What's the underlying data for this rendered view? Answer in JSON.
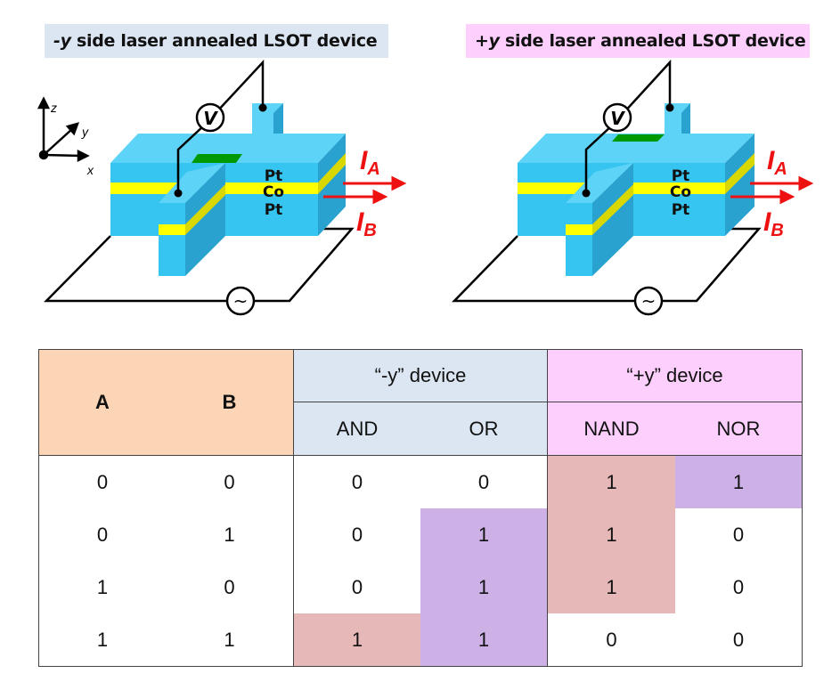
{
  "diagrams": {
    "left": {
      "title_prefix": "-y",
      "title_rest": " side laser annealed LSOT device",
      "title_bg": "#dce6f2",
      "layers": [
        "Pt",
        "Co",
        "Pt"
      ],
      "voltmeter": "V",
      "ac_source": "~",
      "current_a": "I",
      "current_a_sub": "A",
      "current_b": "I",
      "current_b_sub": "B",
      "axes": {
        "z": "z",
        "y": "y",
        "x": "x"
      },
      "laser_spot_side": "-y"
    },
    "right": {
      "title_prefix": "+y",
      "title_rest": " side laser annealed LSOT device",
      "title_bg": "#fccffc",
      "layers": [
        "Pt",
        "Co",
        "Pt"
      ],
      "voltmeter": "V",
      "ac_source": "~",
      "current_a": "I",
      "current_a_sub": "A",
      "current_b": "I",
      "current_b_sub": "B",
      "laser_spot_side": "+y"
    }
  },
  "colors": {
    "device_top": "#5dd3f7",
    "device_front": "#36c5f0",
    "device_side": "#2aa2d0",
    "co_layer": "#ffff00",
    "laser_spot": "#009900",
    "current_arrow": "#ee1111",
    "header_ab": "#fbd5b5",
    "header_neg": "#dce6f2",
    "header_pos": "#fccffc",
    "highlight_pink": "#e6b9b8",
    "highlight_purple": "#ccb0e6"
  },
  "truth_table": {
    "headers": {
      "a": "A",
      "b": "B",
      "neg_group": "“-y” device",
      "pos_group": "“+y” device",
      "and": "AND",
      "or": "OR",
      "nand": "NAND",
      "nor": "NOR"
    },
    "rows": [
      {
        "a": "0",
        "b": "0",
        "and": "0",
        "or": "0",
        "nand": "1",
        "nor": "1"
      },
      {
        "a": "0",
        "b": "1",
        "and": "0",
        "or": "1",
        "nand": "1",
        "nor": "0"
      },
      {
        "a": "1",
        "b": "0",
        "and": "0",
        "or": "1",
        "nand": "1",
        "nor": "0"
      },
      {
        "a": "1",
        "b": "1",
        "and": "1",
        "or": "1",
        "nand": "0",
        "nor": "0"
      }
    ]
  }
}
